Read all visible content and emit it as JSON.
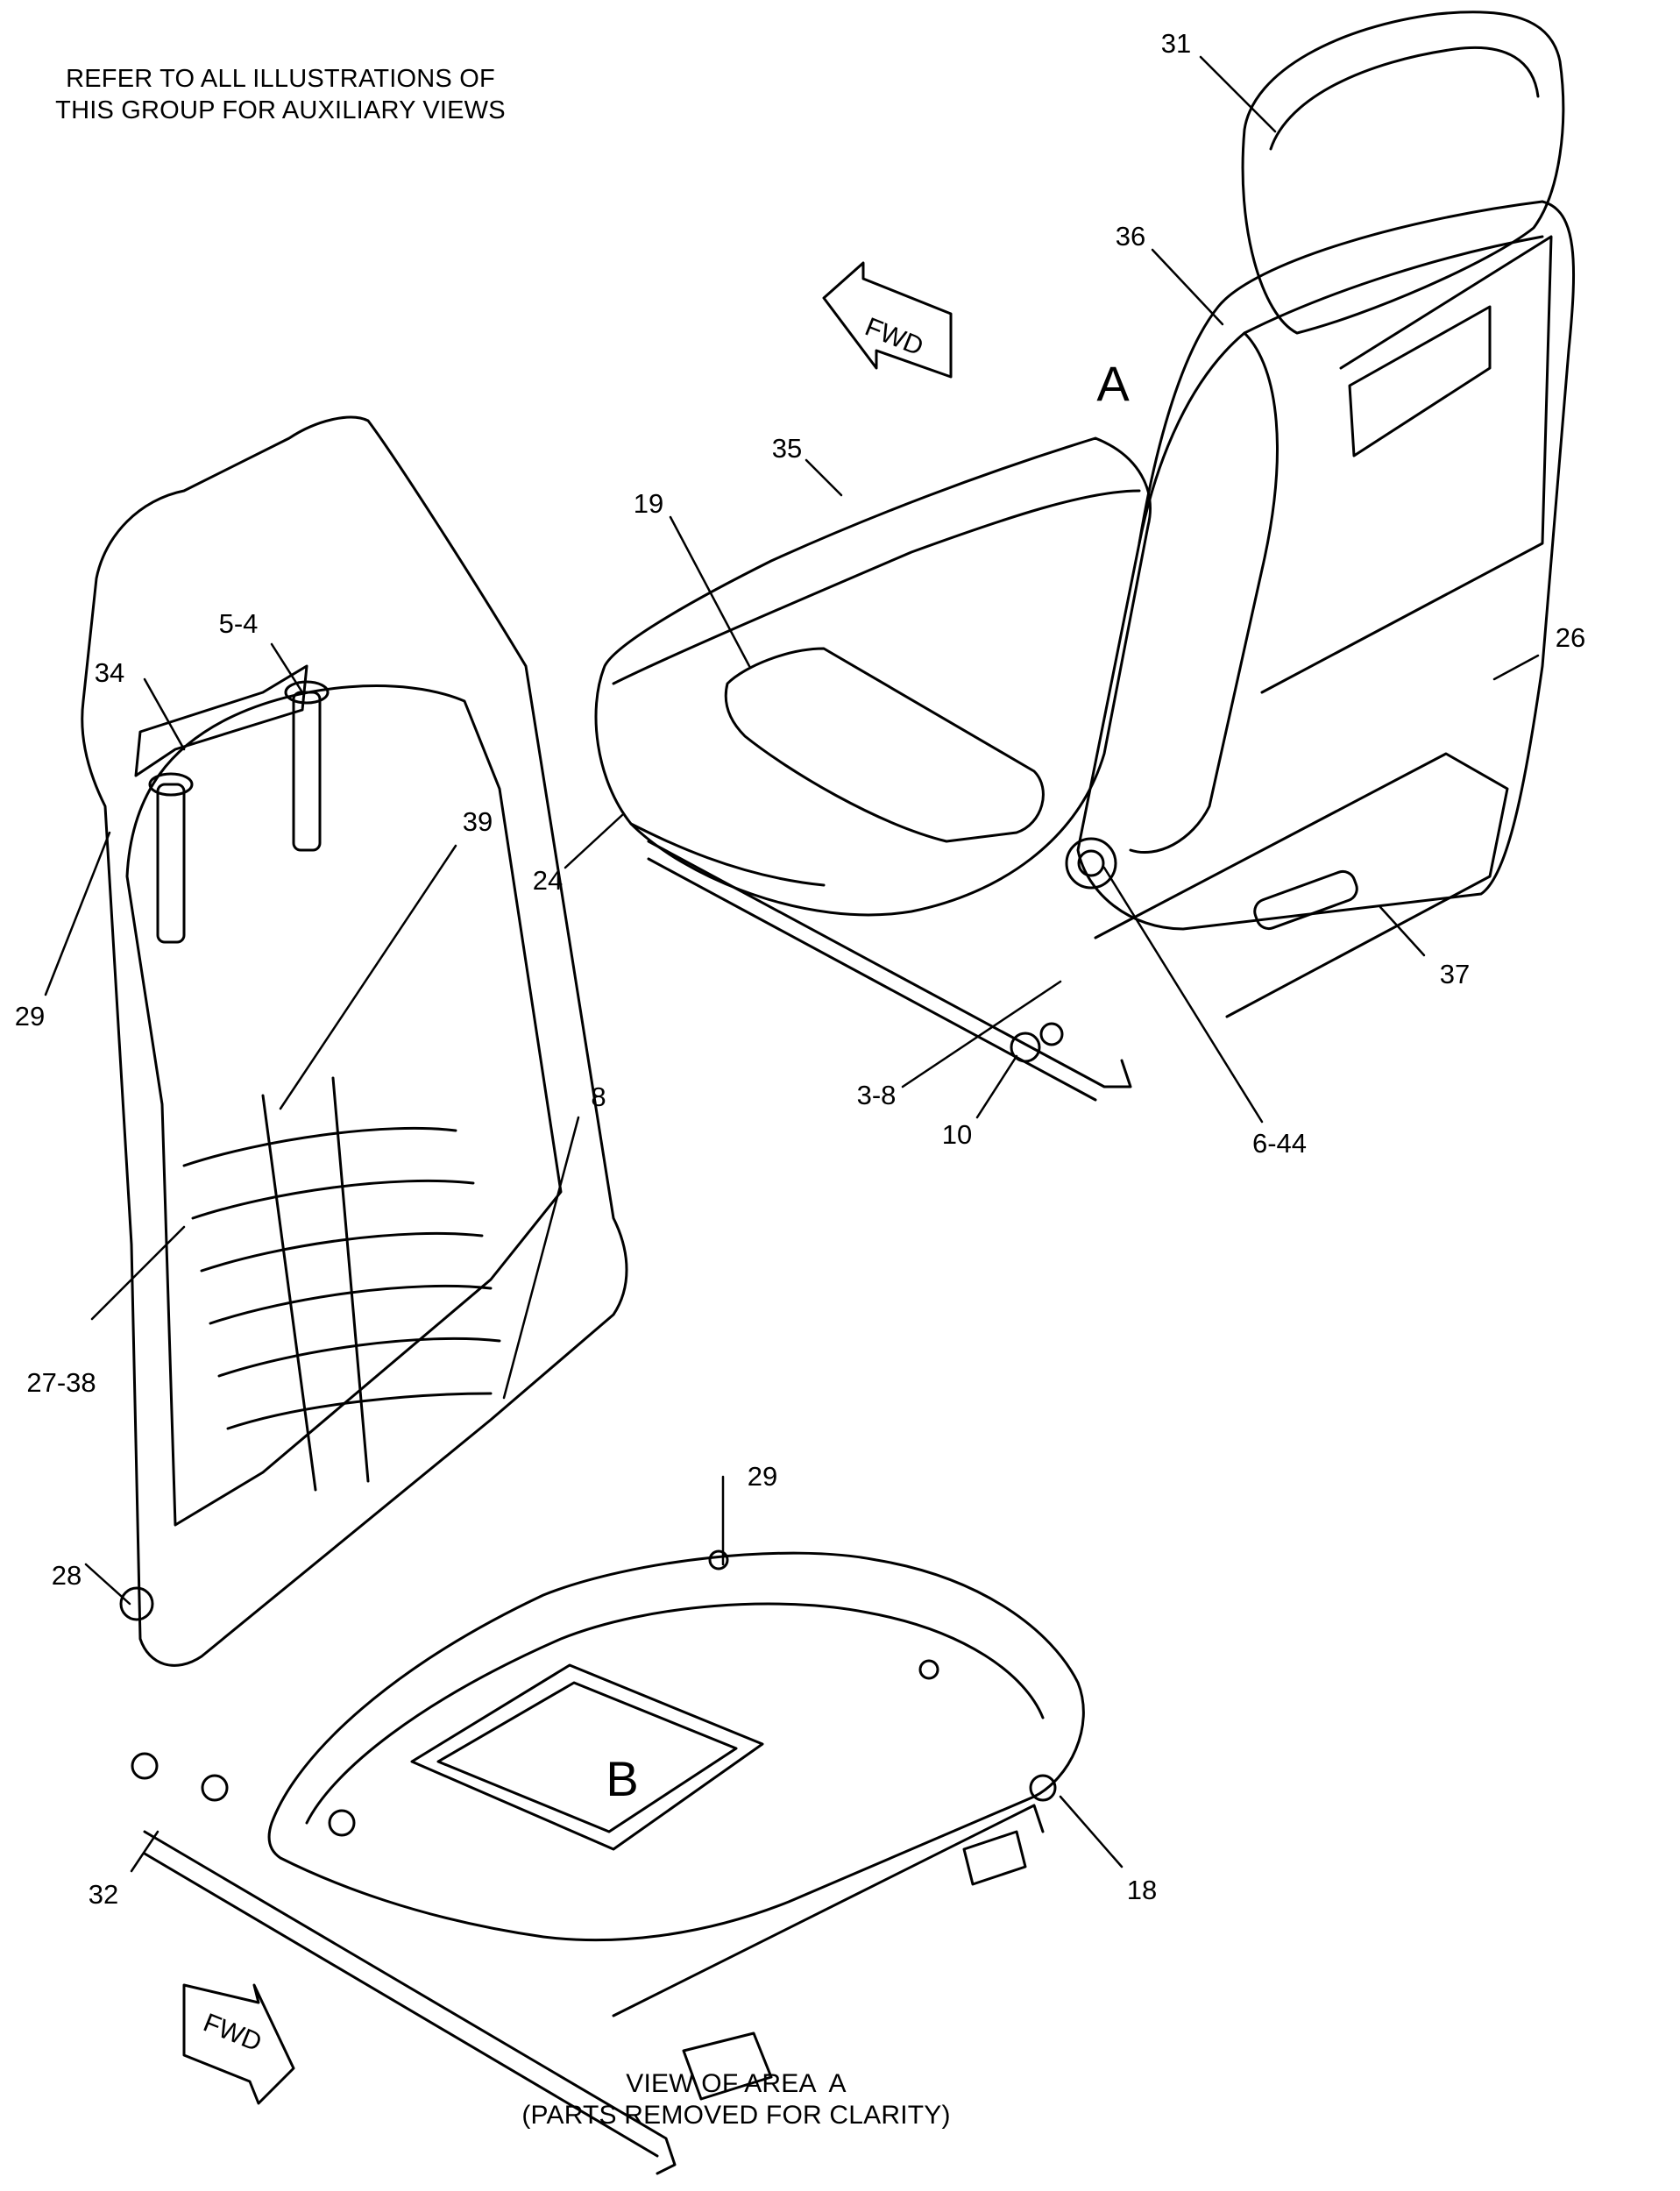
{
  "header_note": {
    "line1": "REFER TO ALL ILLUSTRATIONS OF",
    "line2": "THIS GROUP FOR AUXILIARY VIEWS"
  },
  "view_letters": {
    "a": "A",
    "b": "B"
  },
  "fwd_arrows": {
    "top_label": "FWD",
    "bottom_label": "FWD"
  },
  "callouts": {
    "c31": "31",
    "c36": "36",
    "c35": "35",
    "c19": "19",
    "c26": "26",
    "c24": "24",
    "c37": "37",
    "c3_8": "3-8",
    "c10": "10",
    "c6_44": "6-44",
    "c5_4": "5-4",
    "c34": "34",
    "c39": "39",
    "c29_top": "29",
    "c8": "8",
    "c27_38": "27-38",
    "c29_bottom": "29",
    "c28": "28",
    "c32": "32",
    "c18": "18"
  },
  "caption": {
    "line1": "VIEW OF AREA  A",
    "line2": "(PARTS REMOVED FOR CLARITY)"
  },
  "colors": {
    "ink": "#000000",
    "paper": "#ffffff"
  }
}
